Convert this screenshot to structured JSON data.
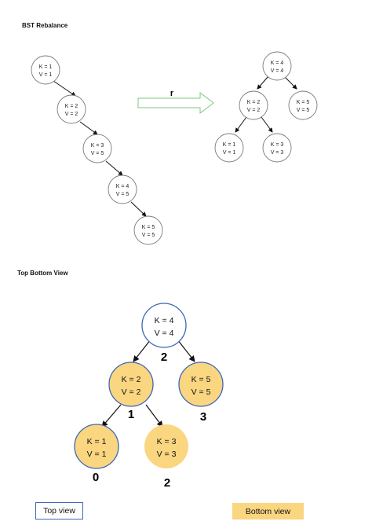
{
  "sections": {
    "rebalance_title": "BST Rebalance",
    "views_title": "Top Bottom View"
  },
  "arrow_label": "r",
  "before_tree": [
    {
      "k": "K = 1",
      "v": "V = 1"
    },
    {
      "k": "K = 2",
      "v": "V = 2"
    },
    {
      "k": "K = 3",
      "v": "V = 5"
    },
    {
      "k": "K = 4",
      "v": "V = 5"
    },
    {
      "k": "K = 5",
      "v": "V = 5"
    }
  ],
  "after_tree": {
    "root": {
      "k": "K = 4",
      "v": "V = 4"
    },
    "left": {
      "k": "K = 2",
      "v": "V = 2"
    },
    "right": {
      "k": "K = 5",
      "v": "V = 5"
    },
    "left_left": {
      "k": "K = 1",
      "v": "V = 1"
    },
    "left_right": {
      "k": "K = 3",
      "v": "V = 3"
    }
  },
  "view_tree": {
    "root": {
      "k": "K = 4",
      "v": "V = 4",
      "level": "2"
    },
    "left": {
      "k": "K = 2",
      "v": "V = 2",
      "level": "1"
    },
    "right": {
      "k": "K = 5",
      "v": "V = 5",
      "level": "3"
    },
    "left_left": {
      "k": "K = 1",
      "v": "V = 1",
      "level": "0"
    },
    "left_right": {
      "k": "K = 3",
      "v": "V = 3",
      "level": "2"
    }
  },
  "legend": {
    "top_view": "Top view",
    "bottom_view": "Bottom view"
  },
  "colors": {
    "node_stroke": "#7a7a7a",
    "root_stroke": "#3c67b8",
    "view_fill": "#fbd681",
    "view_stroke": "#3c67b8",
    "arrow_stroke": "#7cc77c"
  }
}
